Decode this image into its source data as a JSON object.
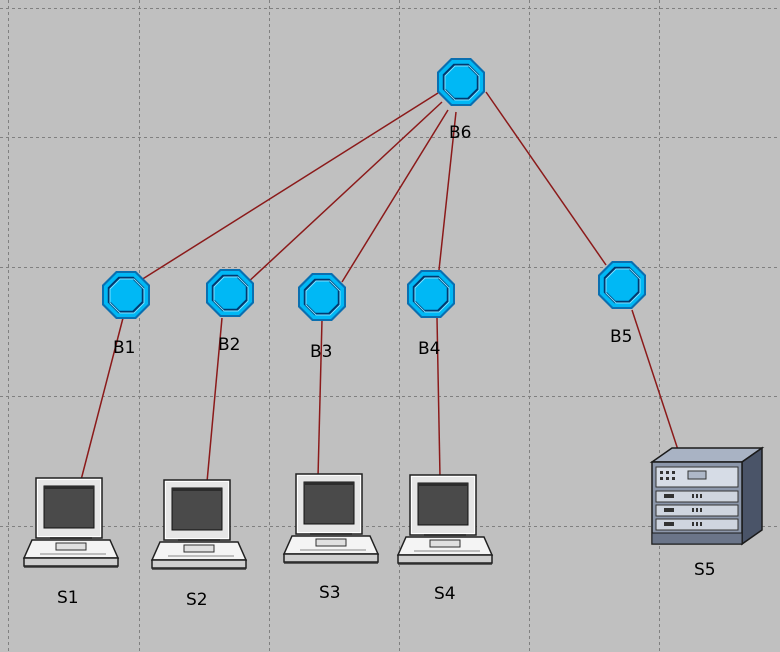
{
  "canvas": {
    "background": "#c0c0c0",
    "grid_color": "#808080",
    "link_color": "#8b1a1a",
    "router_fill": "#00b8f5",
    "router_edge": "#0060a0"
  },
  "nodes": {
    "b6": {
      "label": "B6",
      "type": "router"
    },
    "b1": {
      "label": "B1",
      "type": "router"
    },
    "b2": {
      "label": "B2",
      "type": "router"
    },
    "b3": {
      "label": "B3",
      "type": "router"
    },
    "b4": {
      "label": "B4",
      "type": "router"
    },
    "b5": {
      "label": "B5",
      "type": "router"
    },
    "s1": {
      "label": "S1",
      "type": "workstation"
    },
    "s2": {
      "label": "S2",
      "type": "workstation"
    },
    "s3": {
      "label": "S3",
      "type": "workstation"
    },
    "s4": {
      "label": "S4",
      "type": "workstation"
    },
    "s5": {
      "label": "S5",
      "type": "server"
    }
  },
  "links": [
    {
      "from": "B6",
      "to": "B1"
    },
    {
      "from": "B6",
      "to": "B2"
    },
    {
      "from": "B6",
      "to": "B3"
    },
    {
      "from": "B6",
      "to": "B4"
    },
    {
      "from": "B6",
      "to": "B5"
    },
    {
      "from": "B1",
      "to": "S1"
    },
    {
      "from": "B2",
      "to": "S2"
    },
    {
      "from": "B3",
      "to": "S3"
    },
    {
      "from": "B4",
      "to": "S4"
    },
    {
      "from": "B5",
      "to": "S5"
    }
  ]
}
